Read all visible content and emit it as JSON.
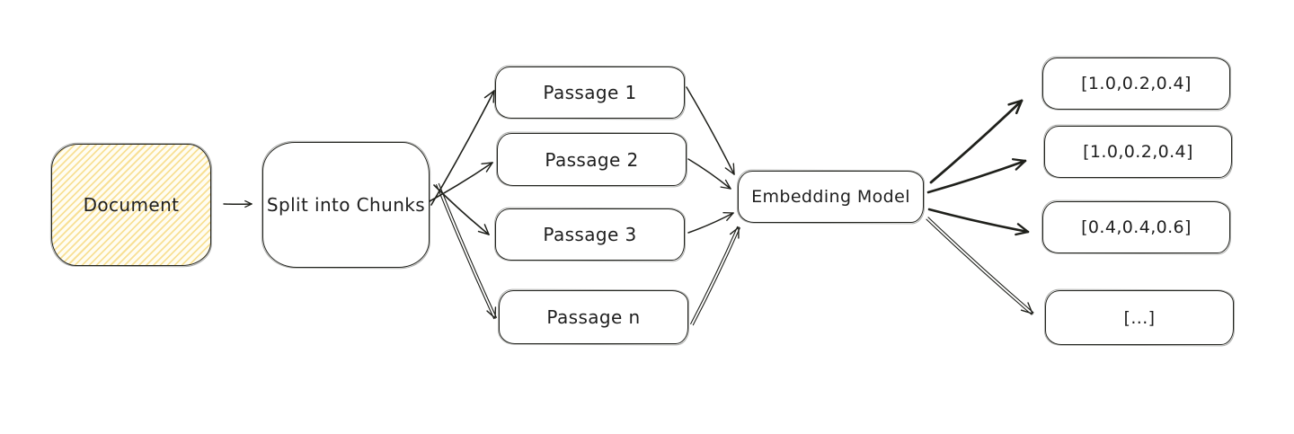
{
  "diagram": {
    "nodes": {
      "document": {
        "label": "Document",
        "fill": "#fdf3cf"
      },
      "split": {
        "label": "Split into Chunks",
        "fill": "#ffffff"
      },
      "passage1": {
        "label": "Passage 1",
        "fill": "#ffffff"
      },
      "passage2": {
        "label": "Passage 2",
        "fill": "#ffffff"
      },
      "passage3": {
        "label": "Passage 3",
        "fill": "#ffffff"
      },
      "passage_n": {
        "label": "Passage n",
        "fill": "#ffffff"
      },
      "embedding": {
        "label": "Embedding Model",
        "fill": "#ffffff"
      },
      "vector1": {
        "label": "[1.0,0.2,0.4]",
        "fill": "#ffffff"
      },
      "vector2": {
        "label": "[1.0,0.2,0.4]",
        "fill": "#ffffff"
      },
      "vector3": {
        "label": "[0.4,0.4,0.6]",
        "fill": "#ffffff"
      },
      "vector4": {
        "label": "[...]",
        "fill": "#ffffff"
      }
    },
    "edges": [
      {
        "from": "document",
        "to": "split"
      },
      {
        "from": "split",
        "to": "passage1"
      },
      {
        "from": "split",
        "to": "passage2"
      },
      {
        "from": "split",
        "to": "passage3"
      },
      {
        "from": "split",
        "to": "passage_n"
      },
      {
        "from": "passage1",
        "to": "embedding"
      },
      {
        "from": "passage2",
        "to": "embedding"
      },
      {
        "from": "passage3",
        "to": "embedding"
      },
      {
        "from": "passage_n",
        "to": "embedding"
      },
      {
        "from": "embedding",
        "to": "vector1"
      },
      {
        "from": "embedding",
        "to": "vector2"
      },
      {
        "from": "embedding",
        "to": "vector3"
      },
      {
        "from": "embedding",
        "to": "vector4"
      }
    ],
    "colors": {
      "stroke": "#1f201b",
      "document_hatch": "#f6d676",
      "background": "#ffffff"
    }
  }
}
